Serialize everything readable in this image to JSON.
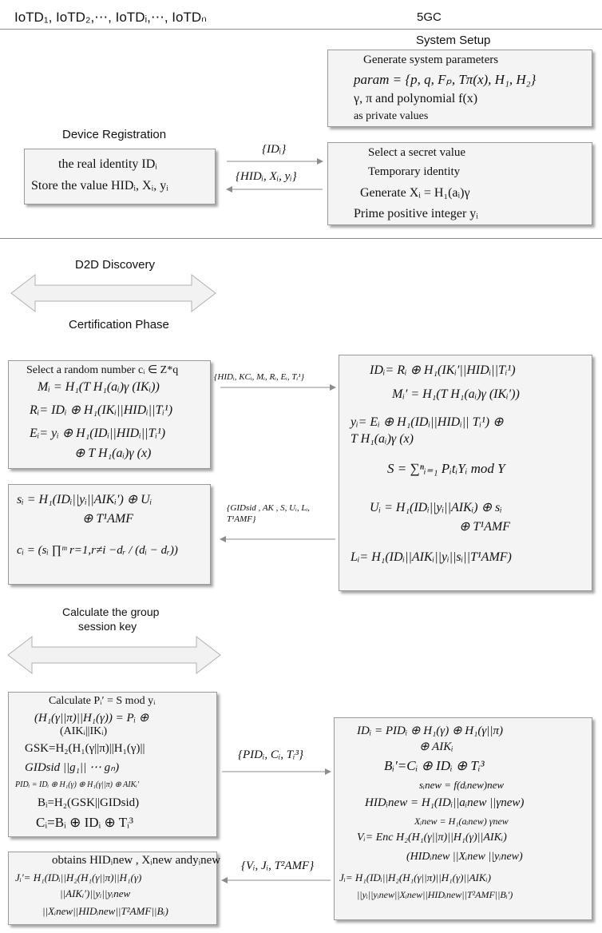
{
  "header": {
    "left_actor": "IoTD₁, IoTD₂,⋯, IoTDᵢ,⋯, IoTDₙ",
    "right_actor": "5GC"
  },
  "system_setup": {
    "title": "System Setup",
    "lines": [
      "Generate system parameters",
      "param = {p, q, Fₚ, Tπ(x), H₁, H₂}",
      "γ, π and polynomial f(x)",
      "as private values"
    ]
  },
  "device_registration": {
    "title": "Device Registration",
    "left_lines": [
      "the real identity IDᵢ",
      "Store the value   HIDᵢ, Xᵢ, yᵢ"
    ],
    "right_lines": [
      "Select a secret value",
      "Temporary identity",
      "Generate   Xᵢ = H₁(aᵢ)γ",
      "Prime  positive integer yᵢ"
    ],
    "msg_to_5gc": "{IDᵢ}",
    "msg_to_device": "{HIDᵢ, Xᵢ, yᵢ}"
  },
  "d2d": {
    "title": "D2D Discovery"
  },
  "certification": {
    "title": "Certification Phase",
    "box1_lines": [
      "Select a random number      cᵢ ∈ Z*q",
      "Mᵢ = H₁(T H₁(aᵢ)γ (IKᵢ))",
      "Rᵢ= IDᵢ ⊕ H₁(IKᵢ||HIDᵢ||Tᵢ¹)",
      "Eᵢ= yᵢ ⊕ H₁(IDᵢ||HIDᵢ||Tᵢ¹)",
      "⊕ T H₁(aᵢ)γ (x)"
    ],
    "msg1": "{HIDᵢ, KCᵢ, Mᵢ, Rᵢ, Eᵢ, Tᵢ¹}",
    "box2_lines": [
      "IDᵢ= Rᵢ ⊕ H₁(IKᵢ′||HIDᵢ||Tᵢ¹)",
      "Mᵢ′ = H₁(T H₁(aᵢ)γ (IKᵢ′))",
      "yᵢ= Eᵢ ⊕ H₁(IDᵢ||HIDᵢ|| Tᵢ¹) ⊕",
      "T H₁(aᵢ)γ (x)",
      "S = ∑ⁿᵢ₌₁ PᵢtᵢYᵢ mod Y",
      "Uᵢ =  H₁(IDᵢ||yᵢ||AIKᵢ) ⊕ sᵢ",
      "⊕ T¹AMF",
      "Lᵢ= H₁(IDᵢ||AIKᵢ||yᵢ||sᵢ||T¹AMF)"
    ],
    "msg2_line1": "{GIDsid , AK , S, Uᵢ, Lᵢ,",
    "msg2_line2": "T¹AMF}",
    "box3_lines": [
      "sᵢ =  H₁(IDᵢ||yᵢ||AIKᵢ′) ⊕ Uᵢ",
      "⊕ T¹AMF",
      "cᵢ = (sᵢ ∏ᵐ r=1,r≠i  −dᵣ / (dᵢ − dᵣ))"
    ]
  },
  "group_key": {
    "title_line1": "Calculate the group",
    "title_line2": "session key",
    "box1_lines": [
      "Calculate    Pᵢ′ = S mod yᵢ",
      "(H₁(γ||π)||H₁(γ)) = Pᵢ ⊕",
      "(AIKᵢ||IKᵢ)",
      "GSK=H₂(H₁(γ||π)||H₁(γ)||",
      "GIDsid ||g₁|| ⋯ gₙ)",
      "PIDᵢ = IDᵢ ⊕ H₁(γ) ⊕ H₁(γ||π) ⊕ AIKᵢ′",
      "Bᵢ=H₂(GSK||GIDsid)",
      "Cᵢ=Bᵢ ⊕ IDᵢ ⊕ Tᵢ³"
    ],
    "msg1": "{PIDᵢ, Cᵢ, Tᵢ³}",
    "box2_lines": [
      "IDᵢ = PIDᵢ ⊕ H₁(γ) ⊕ H₁(γ||π)",
      "⊕ AIKᵢ",
      "Bᵢ′=Cᵢ ⊕ IDᵢ ⊕ Tᵢ³",
      "sᵢnew = f(dᵢnew)new",
      "HIDᵢnew = H₁(IDᵢ||aᵢnew ||γnew)",
      "Xᵢnew = H₁(aᵢnew) γnew",
      "Vᵢ= Enc H₂(H₁(γ||π)||H₁(γ)||AIKᵢ)",
      "(HIDᵢnew ||Xᵢnew ||yᵢnew)",
      "Jᵢ= H₁(IDᵢ||H₂(H₁(γ||π)||H₁(γ)||AIKᵢ)",
      "||yᵢ||yᵢnew||Xᵢnew||HIDᵢnew||T²AMF||Bᵢ′)"
    ],
    "msg2": "{Vᵢ, Jᵢ, T²AMF}",
    "box3_lines": [
      "obtains HIDᵢnew , Xᵢnew andyᵢnew",
      "Jᵢ′= H₁(IDᵢ||H₂(H₁(γ||π)||H₁(γ)",
      "||AIKᵢ′)||yᵢ||yᵢnew",
      "||Xᵢnew||HIDᵢnew||T²AMF||Bᵢ)"
    ]
  },
  "colors": {
    "box_fill": "#f4f4f4",
    "box_border": "#9a9a9a",
    "arrow": "#8c8c8c",
    "separator": "#8c8c8c"
  }
}
